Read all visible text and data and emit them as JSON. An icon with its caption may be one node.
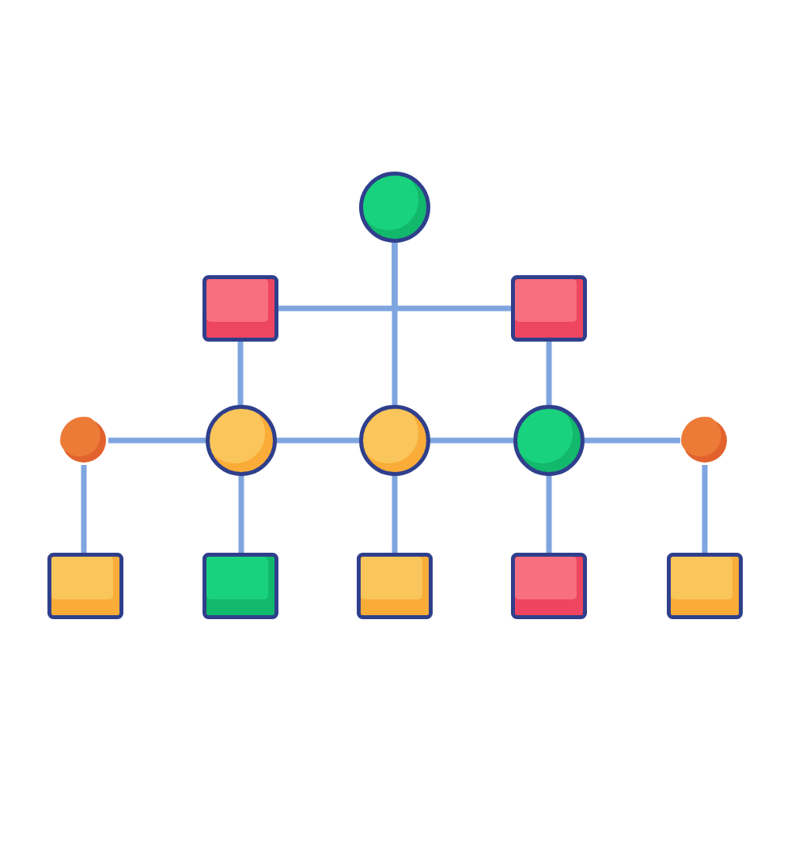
{
  "diagram": {
    "nodes": [
      {
        "text": [],
        "shape": "circle"
      },
      {
        "text": [],
        "shape": "box"
      },
      {
        "text": [],
        "shape": "box"
      },
      {
        "text": [],
        "shape": "circle"
      },
      {
        "text": [],
        "shape": "circle"
      },
      {
        "text": [],
        "shape": "circle"
      },
      {
        "text": [],
        "shape": "circle"
      },
      {
        "text": [],
        "shape": "circle"
      },
      {
        "text": [],
        "shape": "box"
      },
      {
        "text": [],
        "shape": "box"
      },
      {
        "text": [],
        "shape": "box"
      },
      {
        "text": [],
        "shape": "box"
      },
      {
        "text": [],
        "shape": "box"
      }
    ],
    "edges": [
      {
        "from": 0,
        "to": 1,
        "arrow": "none"
      },
      {
        "from": 0,
        "to": 2,
        "arrow": "none"
      },
      {
        "from": 0,
        "to": 5,
        "arrow": "none"
      },
      {
        "from": 1,
        "to": 4,
        "arrow": "none"
      },
      {
        "from": 2,
        "to": 6,
        "arrow": "none"
      },
      {
        "from": 3,
        "to": 4,
        "arrow": "none"
      },
      {
        "from": 4,
        "to": 5,
        "arrow": "none"
      },
      {
        "from": 5,
        "to": 6,
        "arrow": "none"
      },
      {
        "from": 6,
        "to": 7,
        "arrow": "none"
      },
      {
        "from": 3,
        "to": 8,
        "arrow": "none"
      },
      {
        "from": 4,
        "to": 9,
        "arrow": "none"
      },
      {
        "from": 5,
        "to": 10,
        "arrow": "none"
      },
      {
        "from": 6,
        "to": 11,
        "arrow": "none"
      },
      {
        "from": 7,
        "to": 12,
        "arrow": "none"
      }
    ]
  }
}
